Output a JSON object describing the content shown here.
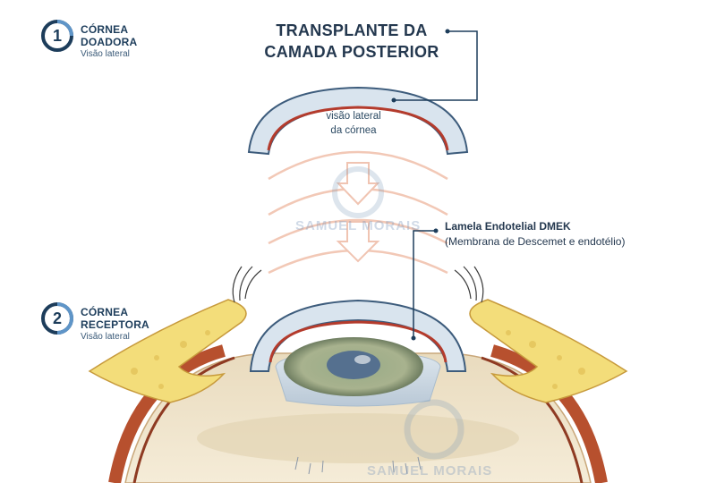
{
  "steps": [
    {
      "number": "1",
      "title_line1": "CÓRNEA",
      "title_line2": "DOADORA",
      "subtitle": "Visão lateral"
    },
    {
      "number": "2",
      "title_line1": "CÓRNEA",
      "title_line2": "RECEPTORA",
      "subtitle": "Visão lateral"
    }
  ],
  "title": {
    "line1": "TRANSPLANTE DA",
    "line2": "CAMADA POSTERIOR"
  },
  "lateral_view": {
    "line1": "visão lateral",
    "line2": "da córnea"
  },
  "dmek": {
    "title": "Lamela Endotelial DMEK",
    "subtitle": "(Membrana de Descemet e endotélio)"
  },
  "watermark": {
    "text": "SAMUEL MORAIS"
  },
  "colors": {
    "navy": "#1d3d5b",
    "cornea_fill": "#d9e4ee",
    "cornea_stroke": "#3d5c7c",
    "endothelium": "#b43b2c",
    "motion_arcs": "#f2c8b6",
    "sclera_yellow": "#f3dd7a",
    "muscle": "#b7502e",
    "iris": "#8d9a7a"
  }
}
